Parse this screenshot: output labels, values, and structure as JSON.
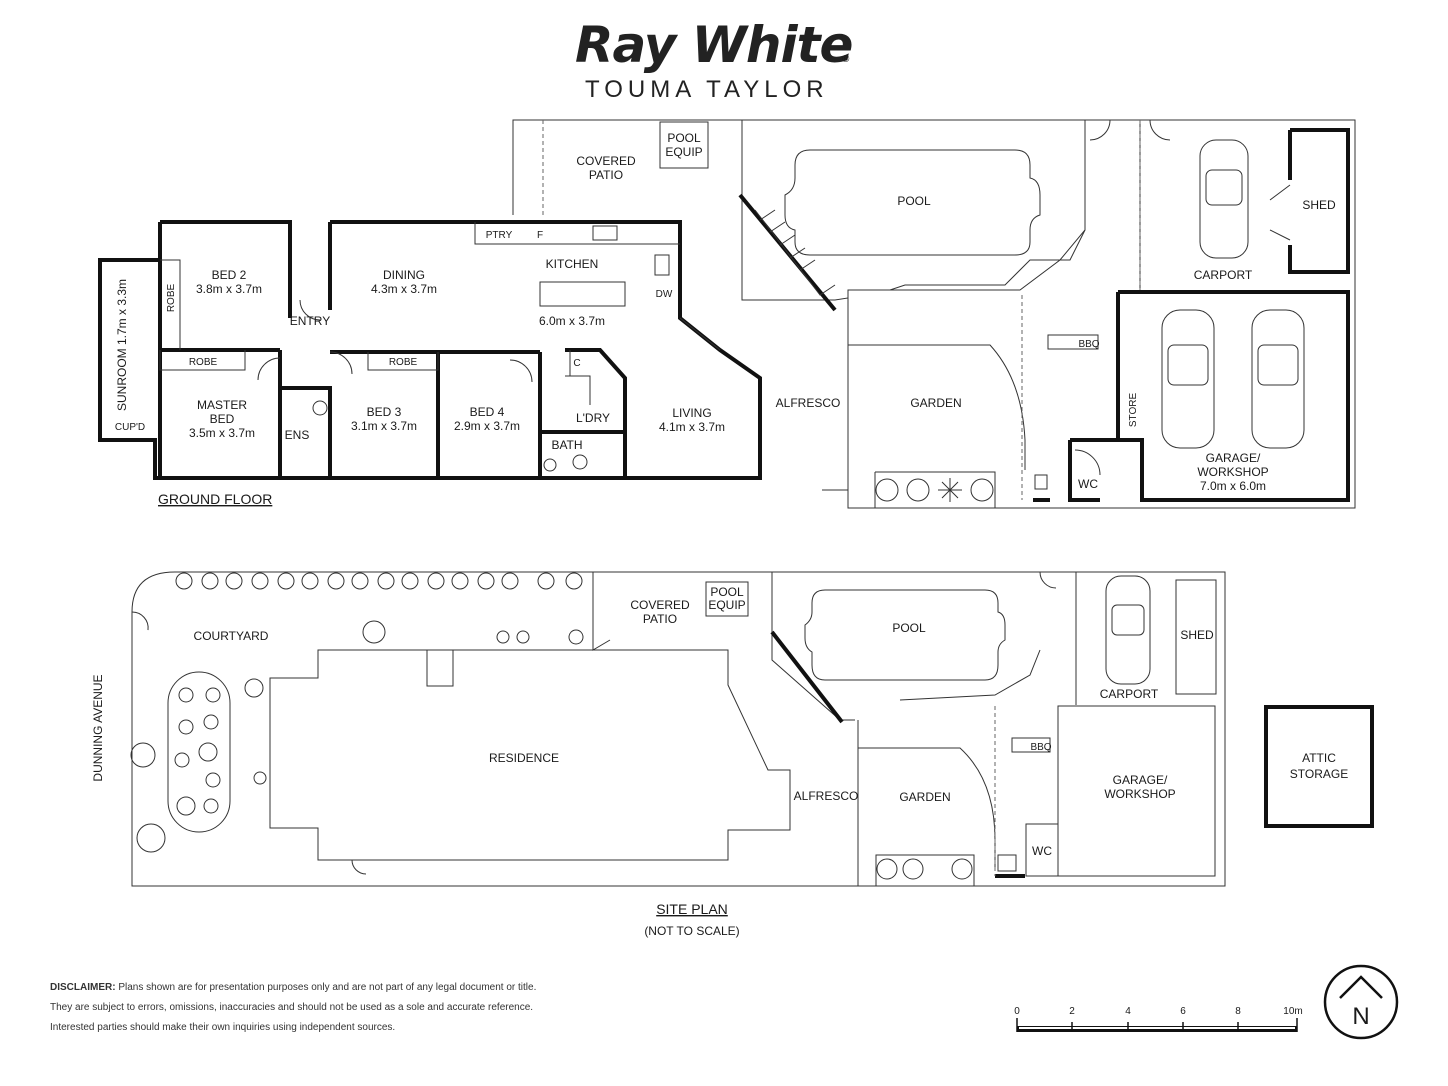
{
  "brand": {
    "name": "Ray White",
    "reg": "®",
    "office": "TOUMA TAYLOR"
  },
  "ground_floor": {
    "heading": "GROUND FLOOR",
    "rooms": {
      "covered_patio": [
        "COVERED",
        "PATIO"
      ],
      "pool_equip": [
        "POOL",
        "EQUIP"
      ],
      "pool": "POOL",
      "carport": "CARPORT",
      "shed": "SHED",
      "bed2": [
        "BED 2",
        "3.8m x 3.7m"
      ],
      "robe_side": "ROBE",
      "sunroom": "SUNROOM 1.7m x 3.3m",
      "dining": [
        "DINING",
        "4.3m x 3.7m"
      ],
      "ptry": "PTRY",
      "fridge": "F",
      "kitchen": "KITCHEN",
      "kitchen_dims": "6.0m x 3.7m",
      "dw": "DW",
      "entry": "ENTRY",
      "robe_master": "ROBE",
      "robe_bed3": "ROBE",
      "master": [
        "MASTER",
        "BED",
        "3.5m x 3.7m"
      ],
      "cupd": "CUP'D",
      "ens": "ENS",
      "bed3": [
        "BED 3",
        "3.1m x 3.7m"
      ],
      "bed4": [
        "BED 4",
        "2.9m x 3.7m"
      ],
      "cupboard": "C",
      "ldry": "L'DRY",
      "bath": "BATH",
      "living": [
        "LIVING",
        "4.1m x 3.7m"
      ],
      "alfresco": "ALFRESCO",
      "garden": "GARDEN",
      "bbq": "BBQ",
      "store": "STORE",
      "wc": "WC",
      "garage": [
        "GARAGE/",
        "WORKSHOP",
        "7.0m x 6.0m"
      ]
    }
  },
  "site_plan": {
    "heading": "SITE PLAN",
    "note": "(NOT TO SCALE)",
    "street": "DUNNING AVENUE",
    "rooms": {
      "courtyard": "COURTYARD",
      "covered_patio": [
        "COVERED",
        "PATIO"
      ],
      "pool_equip": [
        "POOL",
        "EQUIP"
      ],
      "pool": "POOL",
      "carport": "CARPORT",
      "shed": "SHED",
      "residence": "RESIDENCE",
      "alfresco": "ALFRESCO",
      "garden": "GARDEN",
      "bbq": "BBQ",
      "garage": [
        "GARAGE/",
        "WORKSHOP"
      ],
      "wc": "WC"
    },
    "attic": [
      "ATTIC",
      "STORAGE"
    ]
  },
  "disclaimer": {
    "label": "DISCLAIMER:",
    "line1": " Plans shown are for presentation purposes only and are not part of any legal document or title.",
    "line2": "They are subject to errors, omissions, inaccuracies and should not be used as a sole and accurate reference.",
    "line3": "Interested parties should make their own inquiries using independent sources."
  },
  "scale": {
    "ticks": [
      "0",
      "2",
      "4",
      "6",
      "8",
      "10m"
    ]
  },
  "north": "N"
}
